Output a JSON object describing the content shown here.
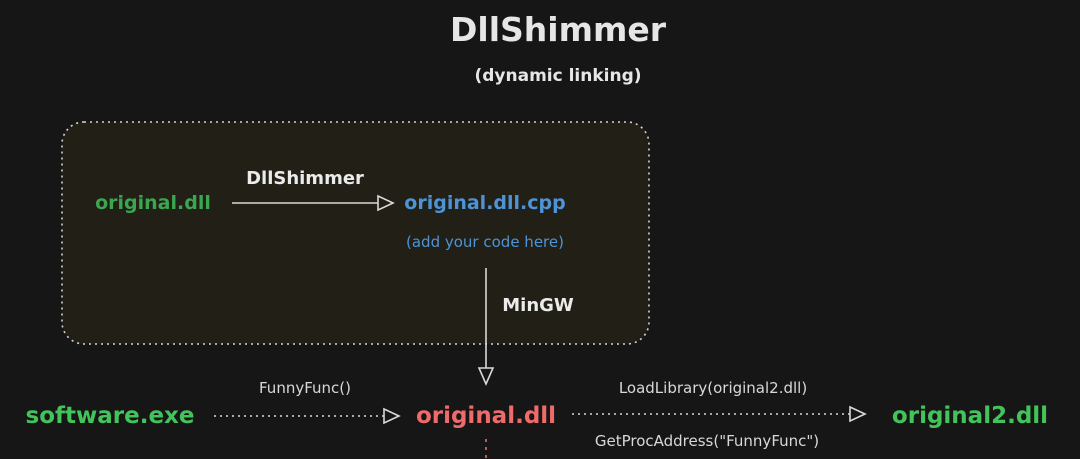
{
  "title": "DllShimmer",
  "subtitle": "(dynamic linking)",
  "colors": {
    "background": "#161616",
    "box_fill": "#221f17",
    "box_border": "#d4d4d4",
    "title": "#e6e6e6",
    "white_label": "#ebebeb",
    "green": "#3aa650",
    "green_bright": "#43c45a",
    "blue": "#4d94d6",
    "red": "#ef6a6a",
    "arrow": "#d9d9d9",
    "small_label": "#d8d8d8"
  },
  "shim_box": {
    "source_dll": "original.dll",
    "tool_label": "DllShimmer",
    "generated_cpp": "original.dll.cpp",
    "cpp_note": "(add your code here)",
    "compiler_label": "MinGW"
  },
  "runtime": {
    "executable": "software.exe",
    "call_label": "FunnyFunc()",
    "proxy_dll": "original.dll",
    "load_label": "LoadLibrary(original2.dll)",
    "proc_label": "GetProcAddress(\"FunnyFunc\")",
    "target_dll": "original2.dll"
  }
}
